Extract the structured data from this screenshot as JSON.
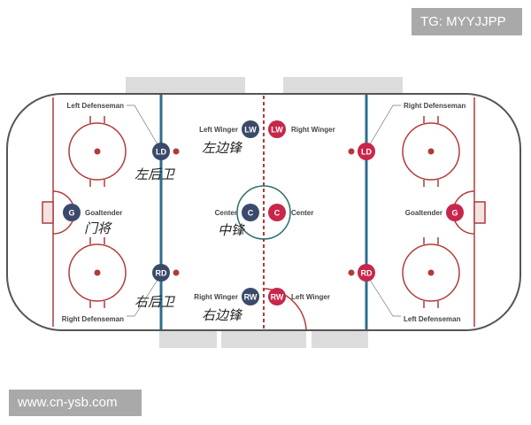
{
  "watermarks": {
    "top": "TG: MYYJJPP",
    "bottom": "www.cn-ysb.com"
  },
  "colors": {
    "team_blue": "#3b4a6b",
    "team_red": "#c8264a",
    "rink_red": "#b23a3a",
    "blue_line": "#2f6d8c",
    "center_circle": "#2f6d6d",
    "bench": "#dcdcdc"
  },
  "blue_team": {
    "ld": {
      "code": "LD",
      "label": "Left Defenseman",
      "cn": "左后卫"
    },
    "rd": {
      "code": "RD",
      "label": "Right Defenseman",
      "cn": "右后卫"
    },
    "lw": {
      "code": "LW",
      "label": "Left Winger",
      "cn": "左边锋"
    },
    "rw": {
      "code": "RW",
      "label": "Right Winger",
      "cn": "右边锋"
    },
    "c": {
      "code": "C",
      "label": "Center",
      "cn": "中锋"
    },
    "g": {
      "code": "G",
      "label": "Goaltender",
      "cn": "门将"
    }
  },
  "red_team": {
    "ld": {
      "code": "LD",
      "label": "Right Defenseman"
    },
    "rd": {
      "code": "RD",
      "label": "Left Defenseman"
    },
    "lw": {
      "code": "LW",
      "label": "Right Winger"
    },
    "rw": {
      "code": "RW",
      "label": "Left Winger"
    },
    "c": {
      "code": "C",
      "label": "Center"
    },
    "g": {
      "code": "G",
      "label": "Goaltender"
    }
  }
}
